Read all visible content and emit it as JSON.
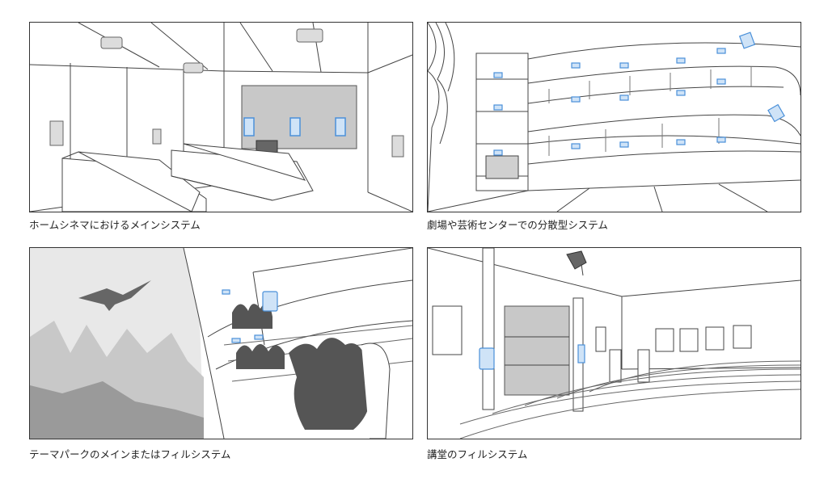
{
  "panels": [
    {
      "caption": "ホームシネマにおけるメインシステム"
    },
    {
      "caption": "劇場や芸術センターでの分散型システム"
    },
    {
      "caption": "テーマパークのメインまたはフィルシステム"
    },
    {
      "caption": "講堂のフィルシステム"
    }
  ],
  "colors": {
    "speaker_highlight": "#4a90d9",
    "speaker_fill": "#cfe3f7",
    "line": "#444444",
    "gray_fill": "#c8c8c8",
    "dark_silhouette": "#555555"
  }
}
